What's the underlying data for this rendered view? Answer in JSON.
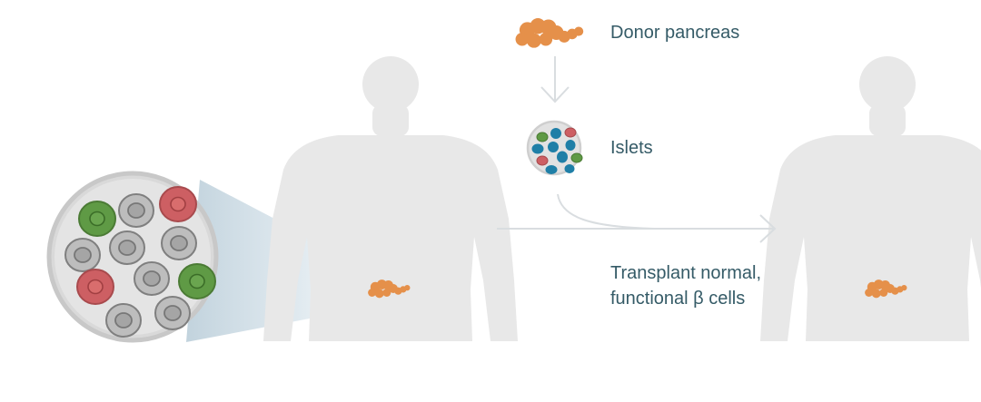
{
  "labels": {
    "donor_pancreas": "Donor pancreas",
    "islets": "Islets",
    "transplant_line1": "Transplant normal,",
    "transplant_line2": "functional β cells"
  },
  "colors": {
    "silhouette": "#e8e8e8",
    "pancreas": "#e5904a",
    "text": "#355b67",
    "arrow": "#d9dde0",
    "cell_gray": "#bdbdbd",
    "cell_green": "#5f9a45",
    "cell_red": "#cd5f63",
    "islet_blue": "#1f7fa7"
  },
  "icons": {
    "donor_pancreas": "pancreas-icon",
    "islet_cluster": "islet-icon",
    "patient_left": "human-silhouette-icon",
    "patient_right": "human-silhouette-icon"
  }
}
